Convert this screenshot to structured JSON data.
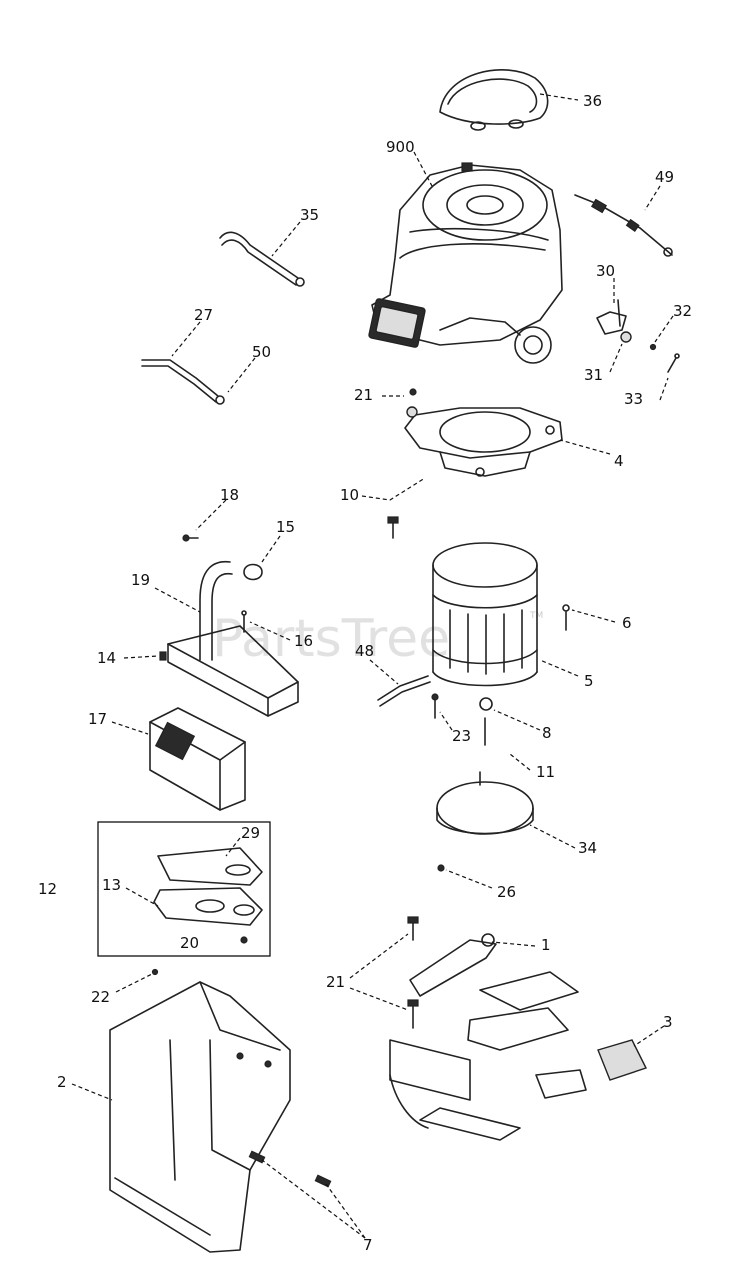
{
  "watermark": "PartsTree",
  "watermark_tm": "TM",
  "callouts": {
    "c36": "36",
    "c900": "900",
    "c49": "49",
    "c35": "35",
    "c30": "30",
    "c32": "32",
    "c27": "27",
    "c50": "50",
    "c31": "31",
    "c33": "33",
    "c21a": "21",
    "c4": "4",
    "c10": "10",
    "c18": "18",
    "c15": "15",
    "c19": "19",
    "c6": "6",
    "c16": "16",
    "c14": "14",
    "c48": "48",
    "c5": "5",
    "c17": "17",
    "c23": "23",
    "c8": "8",
    "c11": "11",
    "c29": "29",
    "c34": "34",
    "c12": "12",
    "c13": "13",
    "c26": "26",
    "c20": "20",
    "c1": "1",
    "c21b": "21",
    "c22": "22",
    "c3": "3",
    "c2": "2",
    "c7": "7"
  }
}
